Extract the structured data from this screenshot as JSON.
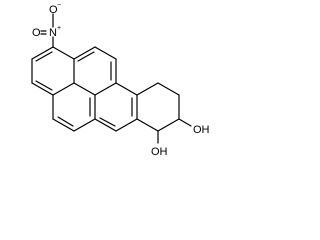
{
  "molecule": {
    "labels": {
      "nitro_o_top": "O",
      "nitro_o_charge": "−",
      "nitro_n": "N",
      "nitro_n_charge": "+",
      "nitro_o_side": "O",
      "hydroxyl_upper": "OH",
      "hydroxyl_lower": "OH"
    },
    "colors": {
      "bond": "#000000",
      "text": "#000000",
      "background": "#ffffff"
    }
  }
}
